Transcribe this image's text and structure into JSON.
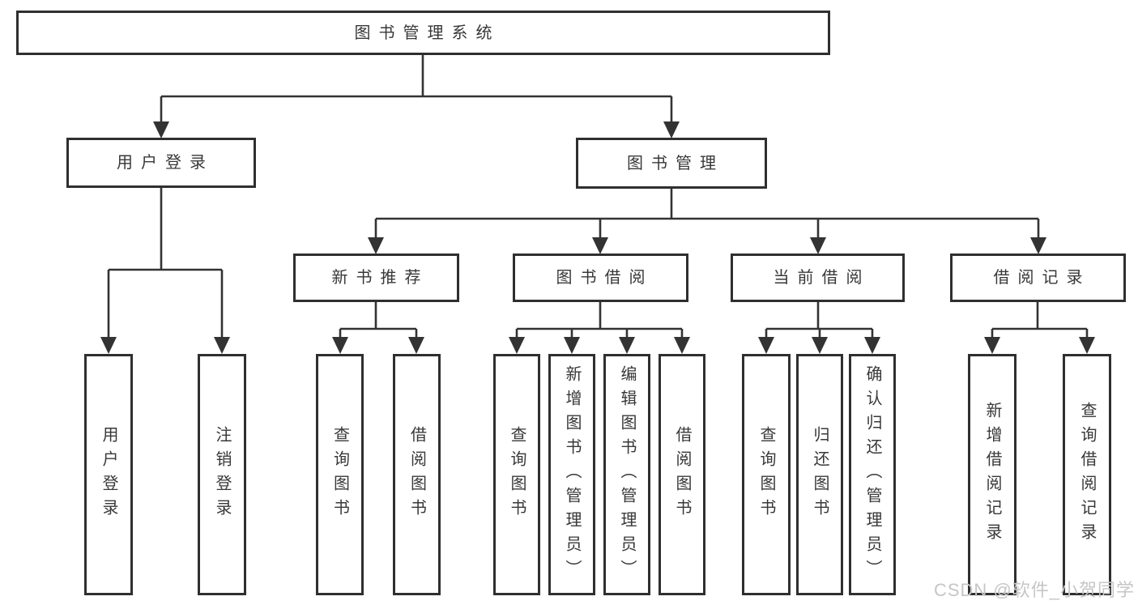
{
  "diagram": {
    "colors": {
      "line": "#333333",
      "box_border": "#2f2f2f",
      "text": "#383838",
      "background": "#ffffff",
      "watermark": "#c6c6c6"
    },
    "watermark": "CSDN @软件_小贺同学",
    "tree": {
      "root": {
        "label": "图书管理系统"
      },
      "level2": [
        {
          "label": "用户登录"
        },
        {
          "label": "图书管理"
        }
      ],
      "level3": [
        {
          "label": "新书推荐"
        },
        {
          "label": "图书借阅"
        },
        {
          "label": "当前借阅"
        },
        {
          "label": "借阅记录"
        }
      ],
      "leaves": {
        "login": [
          {
            "label": "用户登录"
          },
          {
            "label": "注销登录"
          }
        ],
        "recommend": [
          {
            "label": "查询图书"
          },
          {
            "label": "借阅图书"
          }
        ],
        "borrow": [
          {
            "label": "查询图书"
          },
          {
            "label": "新增图书（管理员）"
          },
          {
            "label": "编辑图书（管理员）"
          },
          {
            "label": "借阅图书"
          }
        ],
        "current": [
          {
            "label": "查询图书"
          },
          {
            "label": "归还图书"
          },
          {
            "label": "确认归还（管理员）"
          }
        ],
        "records": [
          {
            "label": "新增借阅记录"
          },
          {
            "label": "查询借阅记录"
          }
        ]
      }
    }
  }
}
